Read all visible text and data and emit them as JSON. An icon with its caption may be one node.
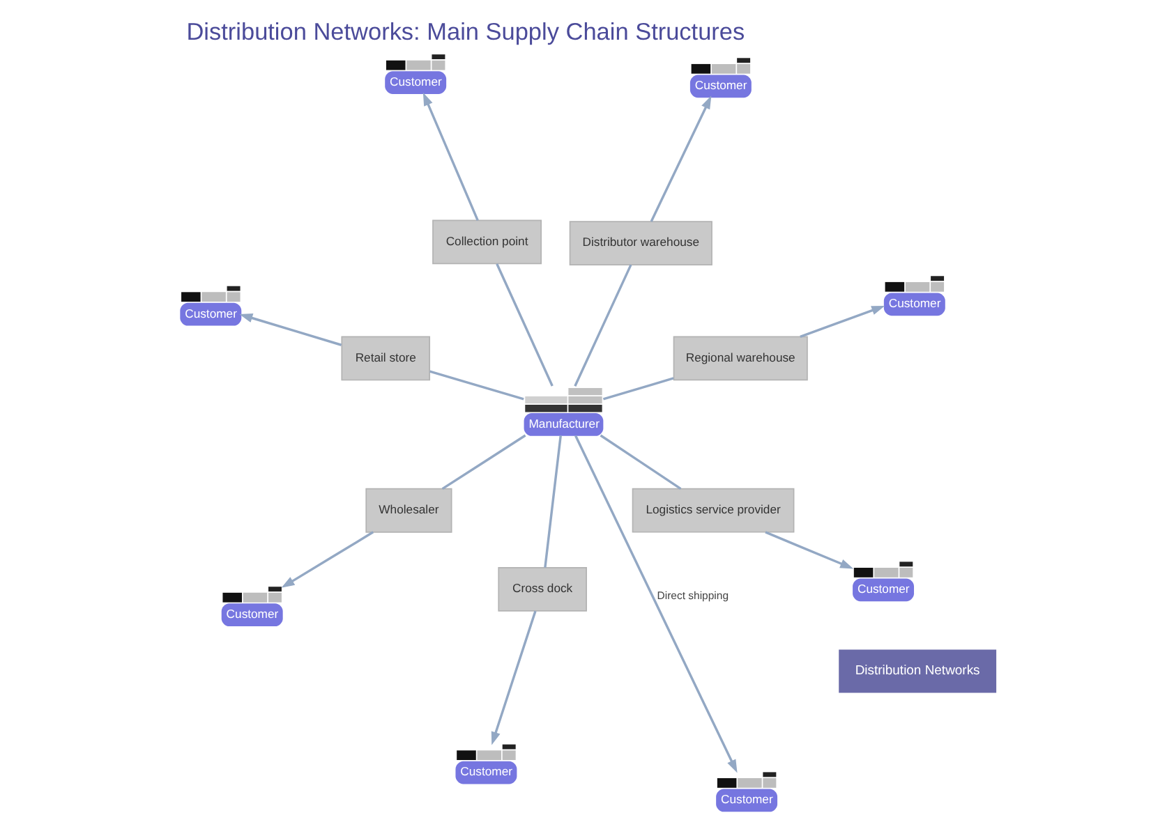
{
  "diagram": {
    "title": "Distribution Networks: Main Supply Chain Structures",
    "nodes": [
      {
        "text": [
          "Customer"
        ]
      },
      {
        "text": [
          "Customer"
        ]
      },
      {
        "text": [
          "Customer"
        ]
      },
      {
        "text": [
          "Retail store"
        ]
      },
      {
        "text": [
          "Regional warehouse"
        ]
      },
      {
        "text": [
          "Wholesaler"
        ]
      },
      {
        "text": [
          "Customer"
        ]
      },
      {
        "text": [
          "Cross dock"
        ]
      },
      {
        "text": [
          "Manufacturer"
        ]
      },
      {
        "text": [
          "Customer"
        ]
      },
      {
        "text": [
          "Distributor warehouse"
        ]
      },
      {
        "text": [
          "Collection point"
        ]
      },
      {
        "text": [
          "Logistics service provider"
        ]
      },
      {
        "text": [
          "Customer"
        ]
      },
      {
        "text": [
          "Customer"
        ]
      },
      {
        "text": [
          "Customer"
        ]
      }
    ],
    "edges": [
      {
        "from": 8,
        "to": 3,
        "arrow": "none"
      },
      {
        "from": 3,
        "to": 0,
        "arrow": "to"
      },
      {
        "from": 8,
        "to": 4,
        "arrow": "none"
      },
      {
        "from": 4,
        "to": 1,
        "arrow": "to"
      },
      {
        "from": 8,
        "to": 5,
        "arrow": "none"
      },
      {
        "from": 5,
        "to": 2,
        "arrow": "to"
      },
      {
        "from": 8,
        "to": 7,
        "arrow": "none"
      },
      {
        "from": 7,
        "to": 6,
        "arrow": "to"
      },
      {
        "from": 8,
        "to": 9,
        "arrow": "to",
        "label": "Direct shipping"
      },
      {
        "from": 8,
        "to": 10,
        "arrow": "none"
      },
      {
        "from": 10,
        "to": 13,
        "arrow": "to"
      },
      {
        "from": 8,
        "to": 11,
        "arrow": "none"
      },
      {
        "from": 11,
        "to": 14,
        "arrow": "to"
      },
      {
        "from": 8,
        "to": 12,
        "arrow": "none"
      },
      {
        "from": 12,
        "to": 15,
        "arrow": "to"
      }
    ],
    "labels": [
      "Distribution Networks"
    ]
  }
}
